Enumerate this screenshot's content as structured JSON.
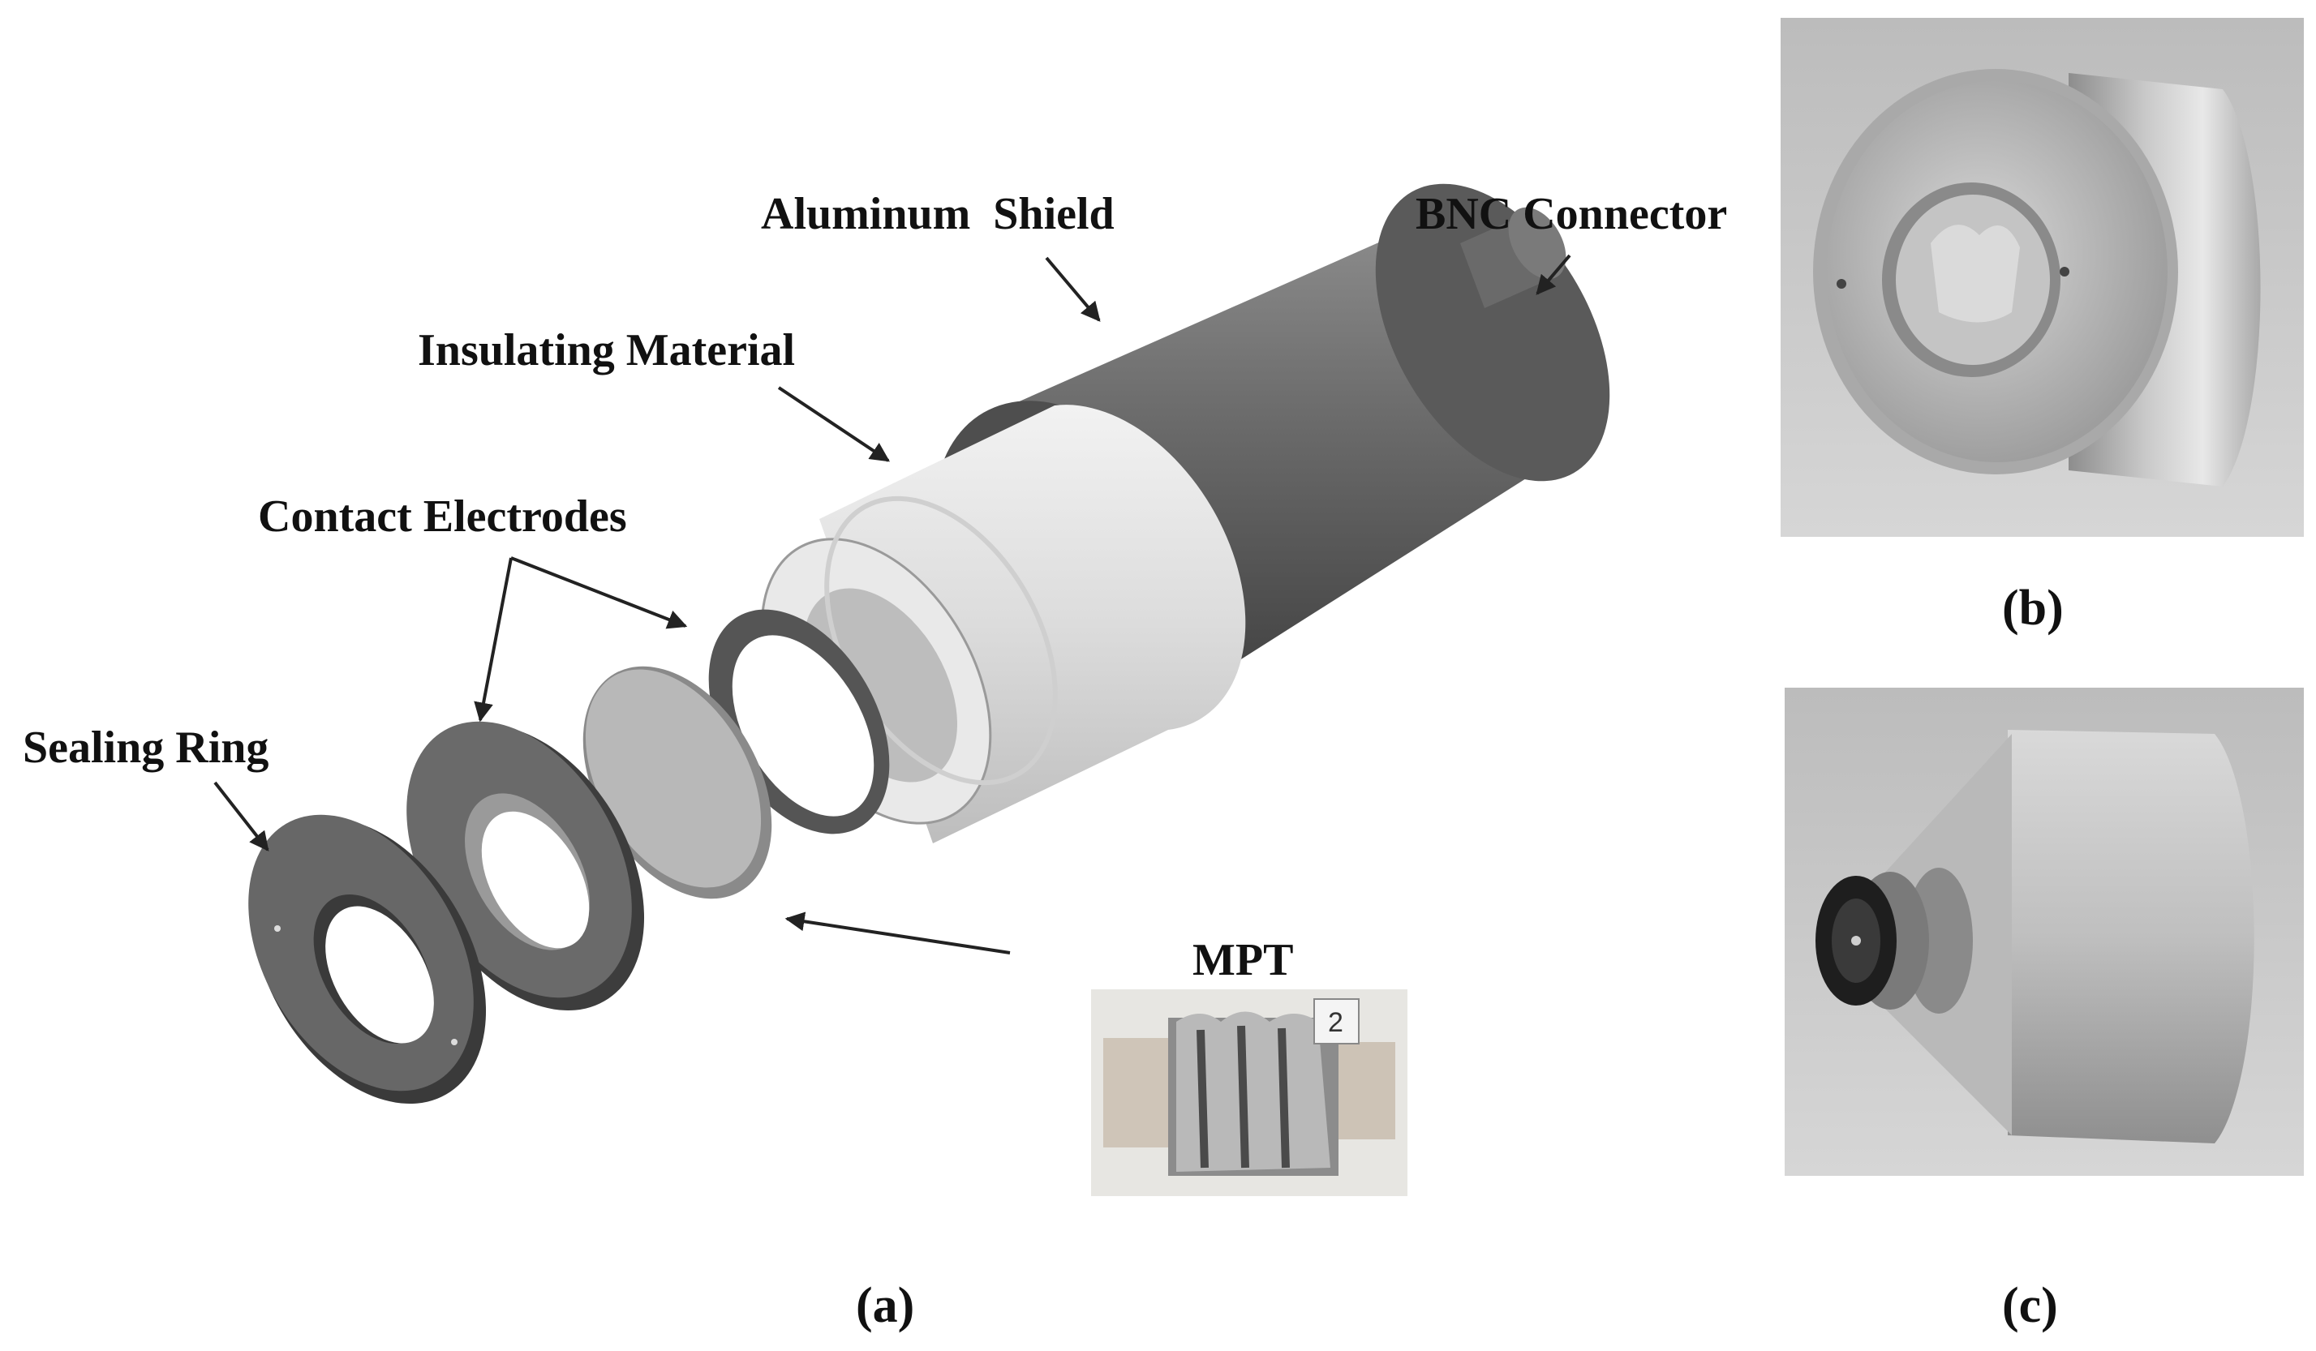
{
  "figure": {
    "labels": {
      "aluminum_shield": "Aluminum  Shield",
      "bnc_connector": "BNC Connector",
      "insulating_material": "Insulating Material",
      "contact_electrodes": "Contact Electrodes",
      "sealing_ring": "Sealing Ring",
      "mpt": "MPT"
    },
    "panels": {
      "a": "(a)",
      "b": "(b)",
      "c": "(c)"
    },
    "mpt_photo_tag": "2"
  }
}
